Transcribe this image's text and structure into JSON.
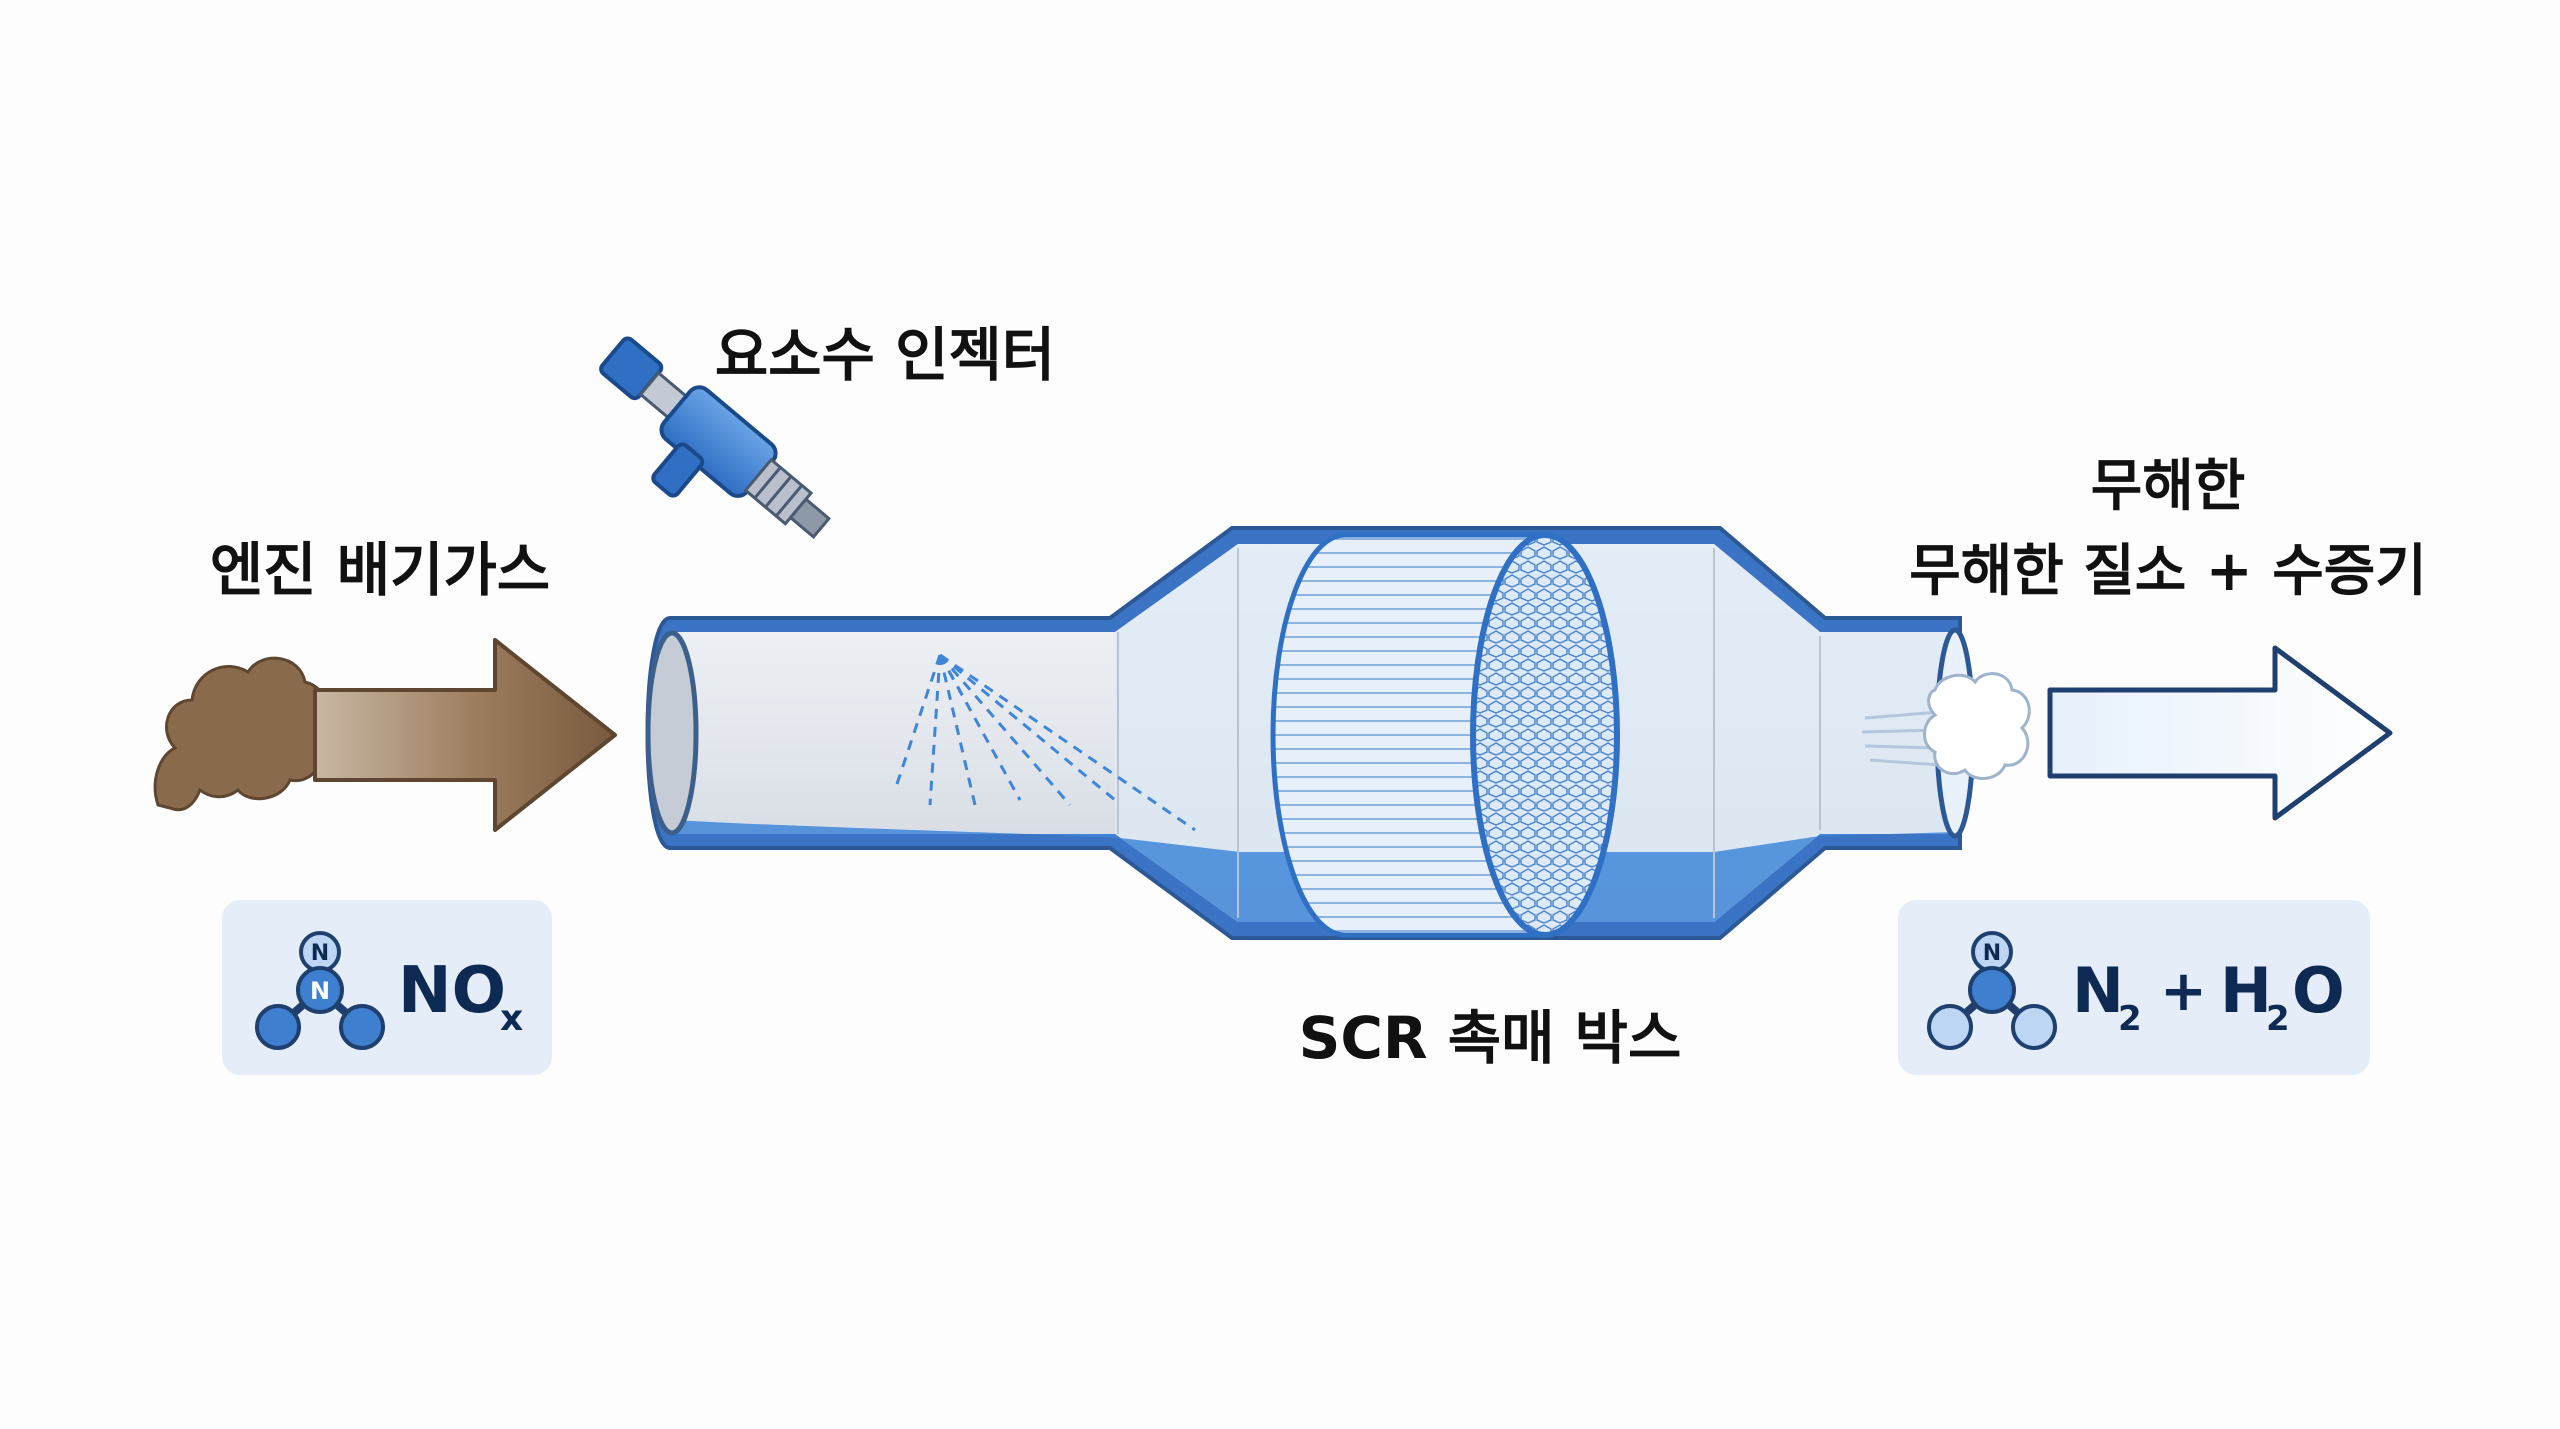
{
  "labels": {
    "exhaust": "엔진 배기가스",
    "injector": "요소수 인젝터",
    "output_top": "무해한",
    "output_main": "무해한 질소 + 수증기",
    "scr_box": "SCR 촉매 박스"
  },
  "input_formula": {
    "atom_symbol": "N",
    "text": "NO",
    "subscript": "x"
  },
  "output_formula": {
    "atom_symbol": "N",
    "part1": "N",
    "sub1": "2",
    "plus": "+",
    "part2": "H",
    "sub2": "2",
    "part3": "O"
  },
  "colors": {
    "pipe_outline": "#3d5f8c",
    "catalyst_blue": "#2f6fc4",
    "smoke_brown": "#8a6a4c",
    "formula_box": "#e5eef8",
    "atom_blue": "#3f7fcf"
  }
}
